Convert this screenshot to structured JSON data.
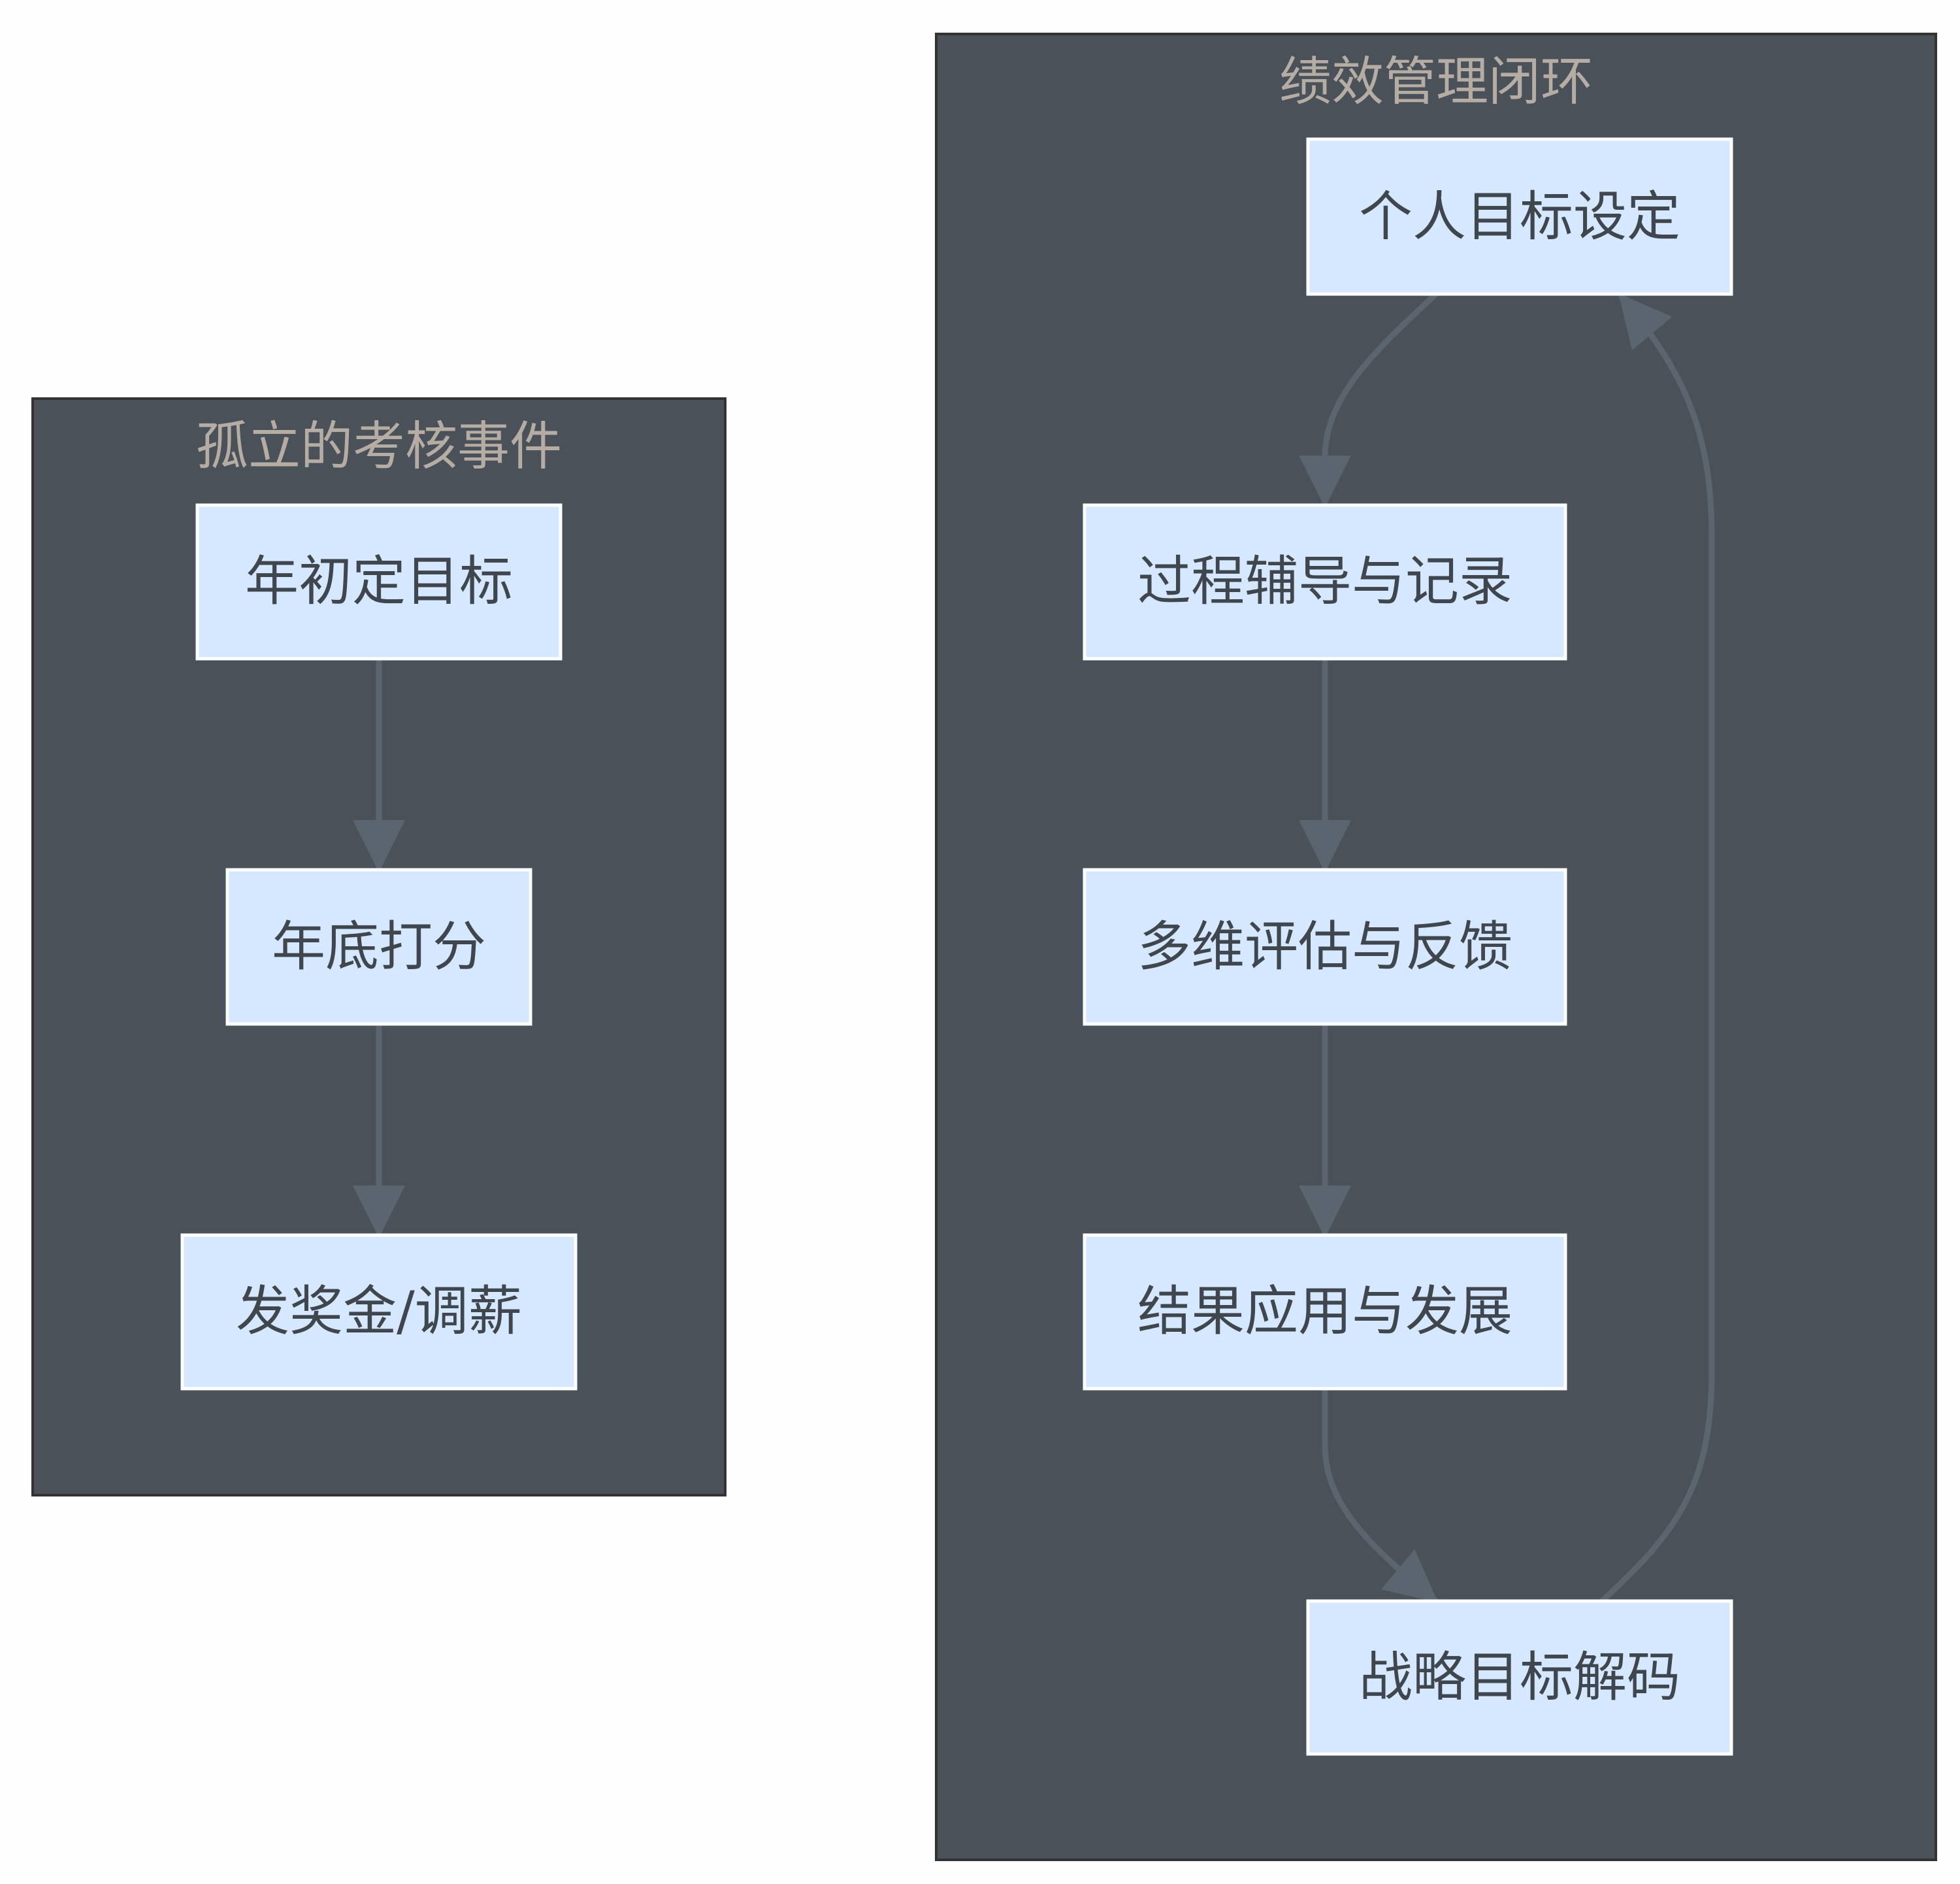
{
  "clusters": [
    {
      "title": "孤立的考核事件",
      "nodes": [
        "年初定目标",
        "年底打分",
        "发奖金/调薪"
      ]
    },
    {
      "title": "绩效管理闭环",
      "nodes": [
        "个人目标设定",
        "过程辅导与记录",
        "多维评估与反馈",
        "结果应用与发展",
        "战略目标解码"
      ]
    }
  ],
  "edges": [
    {
      "from": "年初定目标",
      "to": "年底打分"
    },
    {
      "from": "年底打分",
      "to": "发奖金/调薪"
    },
    {
      "from": "个人目标设定",
      "to": "过程辅导与记录"
    },
    {
      "from": "过程辅导与记录",
      "to": "多维评估与反馈"
    },
    {
      "from": "多维评估与反馈",
      "to": "结果应用与发展"
    },
    {
      "from": "结果应用与发展",
      "to": "战略目标解码"
    },
    {
      "from": "战略目标解码",
      "to": "个人目标设定"
    }
  ],
  "colors": {
    "cluster": "#4a5159",
    "node": "#d6e8ff",
    "edge": "#5b6570",
    "title": "#b5aca4"
  }
}
